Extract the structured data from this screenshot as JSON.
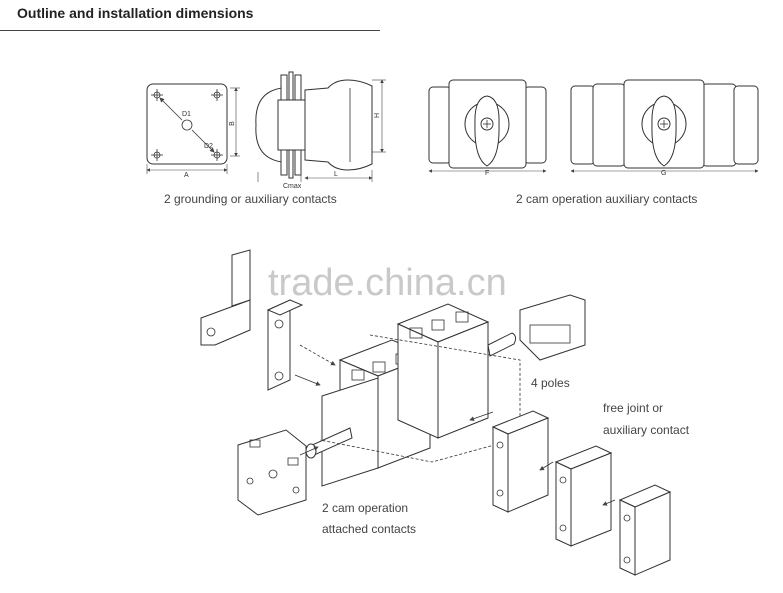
{
  "header": {
    "title": "Outline and installation dimensions"
  },
  "labels": {
    "dim_D1": "D1",
    "dim_D2": "D2",
    "dim_A": "A",
    "dim_B": "B",
    "dim_H": "H",
    "dim_L": "L",
    "dim_F": "F",
    "dim_G": "G",
    "dim_Cmax": "Cmax",
    "caption_grounding": "2 grounding or auxiliary contacts",
    "caption_cam_aux": "2 cam operation auxiliary contacts",
    "label_4poles": "4 poles",
    "label_free_joint_1": "free joint or",
    "label_free_joint_2": "auxiliary contact",
    "label_cam_attached_1": "2 cam operation",
    "label_cam_attached_2": "attached contacts"
  },
  "watermark": {
    "text": "trade.china.cn"
  }
}
